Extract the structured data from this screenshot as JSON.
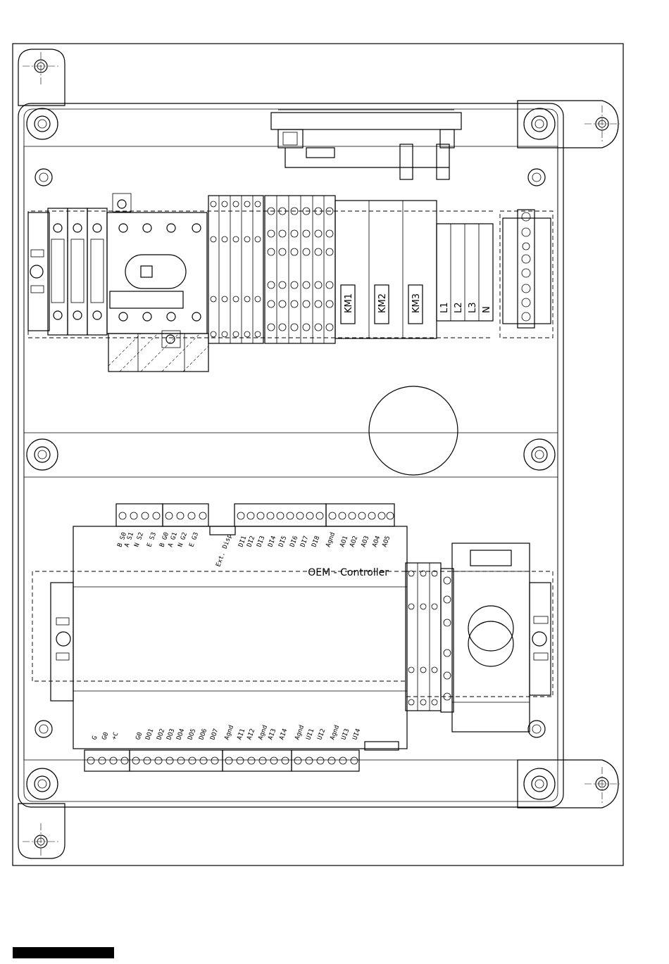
{
  "controller": {
    "title": "OEM - Controller",
    "top_labels": [
      "B S0",
      "A S1",
      "N S2",
      "E S3",
      "B G0",
      "A G1",
      "N G2",
      "E G3",
      "Ext. Disp",
      "DI1",
      "DI2",
      "DI3",
      "DI4",
      "DI5",
      "DI6",
      "DI7",
      "DI8",
      "Agnd",
      "AO1",
      "AO2",
      "AO3",
      "AO4",
      "AO5"
    ],
    "bottom_labels": [
      "G",
      "G0",
      "+C",
      "G0",
      "DO1",
      "DO2",
      "DO3",
      "DO4",
      "DO5",
      "DO6",
      "DO7",
      "Agnd",
      "AI1",
      "AI2",
      "Agnd",
      "AI3",
      "AI4",
      "Agnd",
      "UI1",
      "UI2",
      "Agnd",
      "UI3",
      "UI4"
    ]
  },
  "contactors": [
    "KM1",
    "KM2",
    "KM3"
  ],
  "supply_terminals": [
    "L1",
    "L2",
    "L3",
    "N"
  ]
}
